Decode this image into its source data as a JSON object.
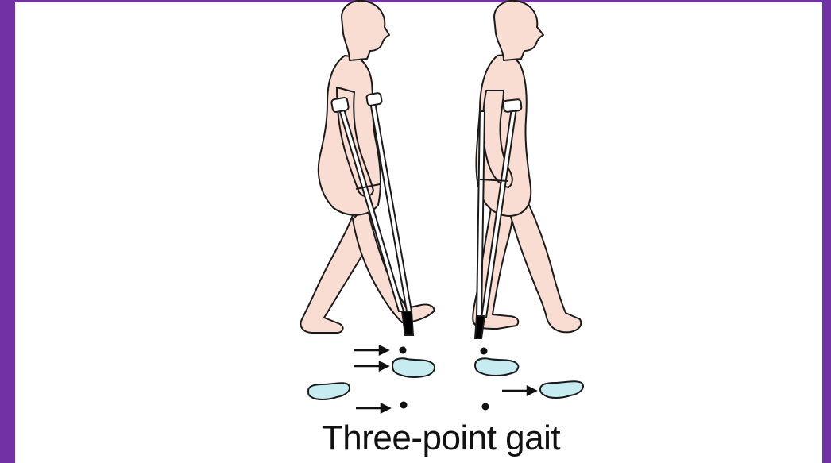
{
  "caption": "Three-point gait",
  "colors": {
    "frame": "#7232a6",
    "skin": "#f9ddd3",
    "outline": "#1a1a1a",
    "footprint": "#c6ecf1",
    "crutch": "#ffffff",
    "crutch_tip": "#000000"
  },
  "figures": [
    {
      "name": "walker-left",
      "pose": "crutches forward with weak leg"
    },
    {
      "name": "walker-right",
      "pose": "strong leg stepping through"
    }
  ],
  "icons": [
    "arrow-right-icon",
    "footprint-icon",
    "crutch-point-icon"
  ]
}
